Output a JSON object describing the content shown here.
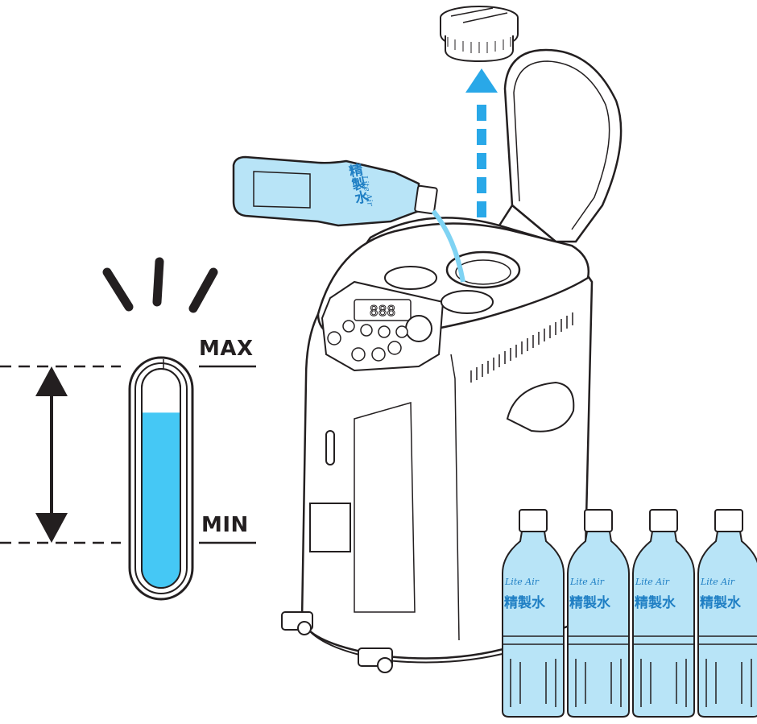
{
  "gauge": {
    "max_label": "MAX",
    "min_label": "MIN",
    "water_level": 0.8
  },
  "water_product": {
    "name": "精製水",
    "brand": "Lite Air"
  },
  "colors": {
    "water": "#45c8f5",
    "arrow": "#29a8e8",
    "bottle": "#b8e4f7",
    "bottle_text": "#1f7fc4",
    "line": "#231f20"
  },
  "bottles_count": 4
}
